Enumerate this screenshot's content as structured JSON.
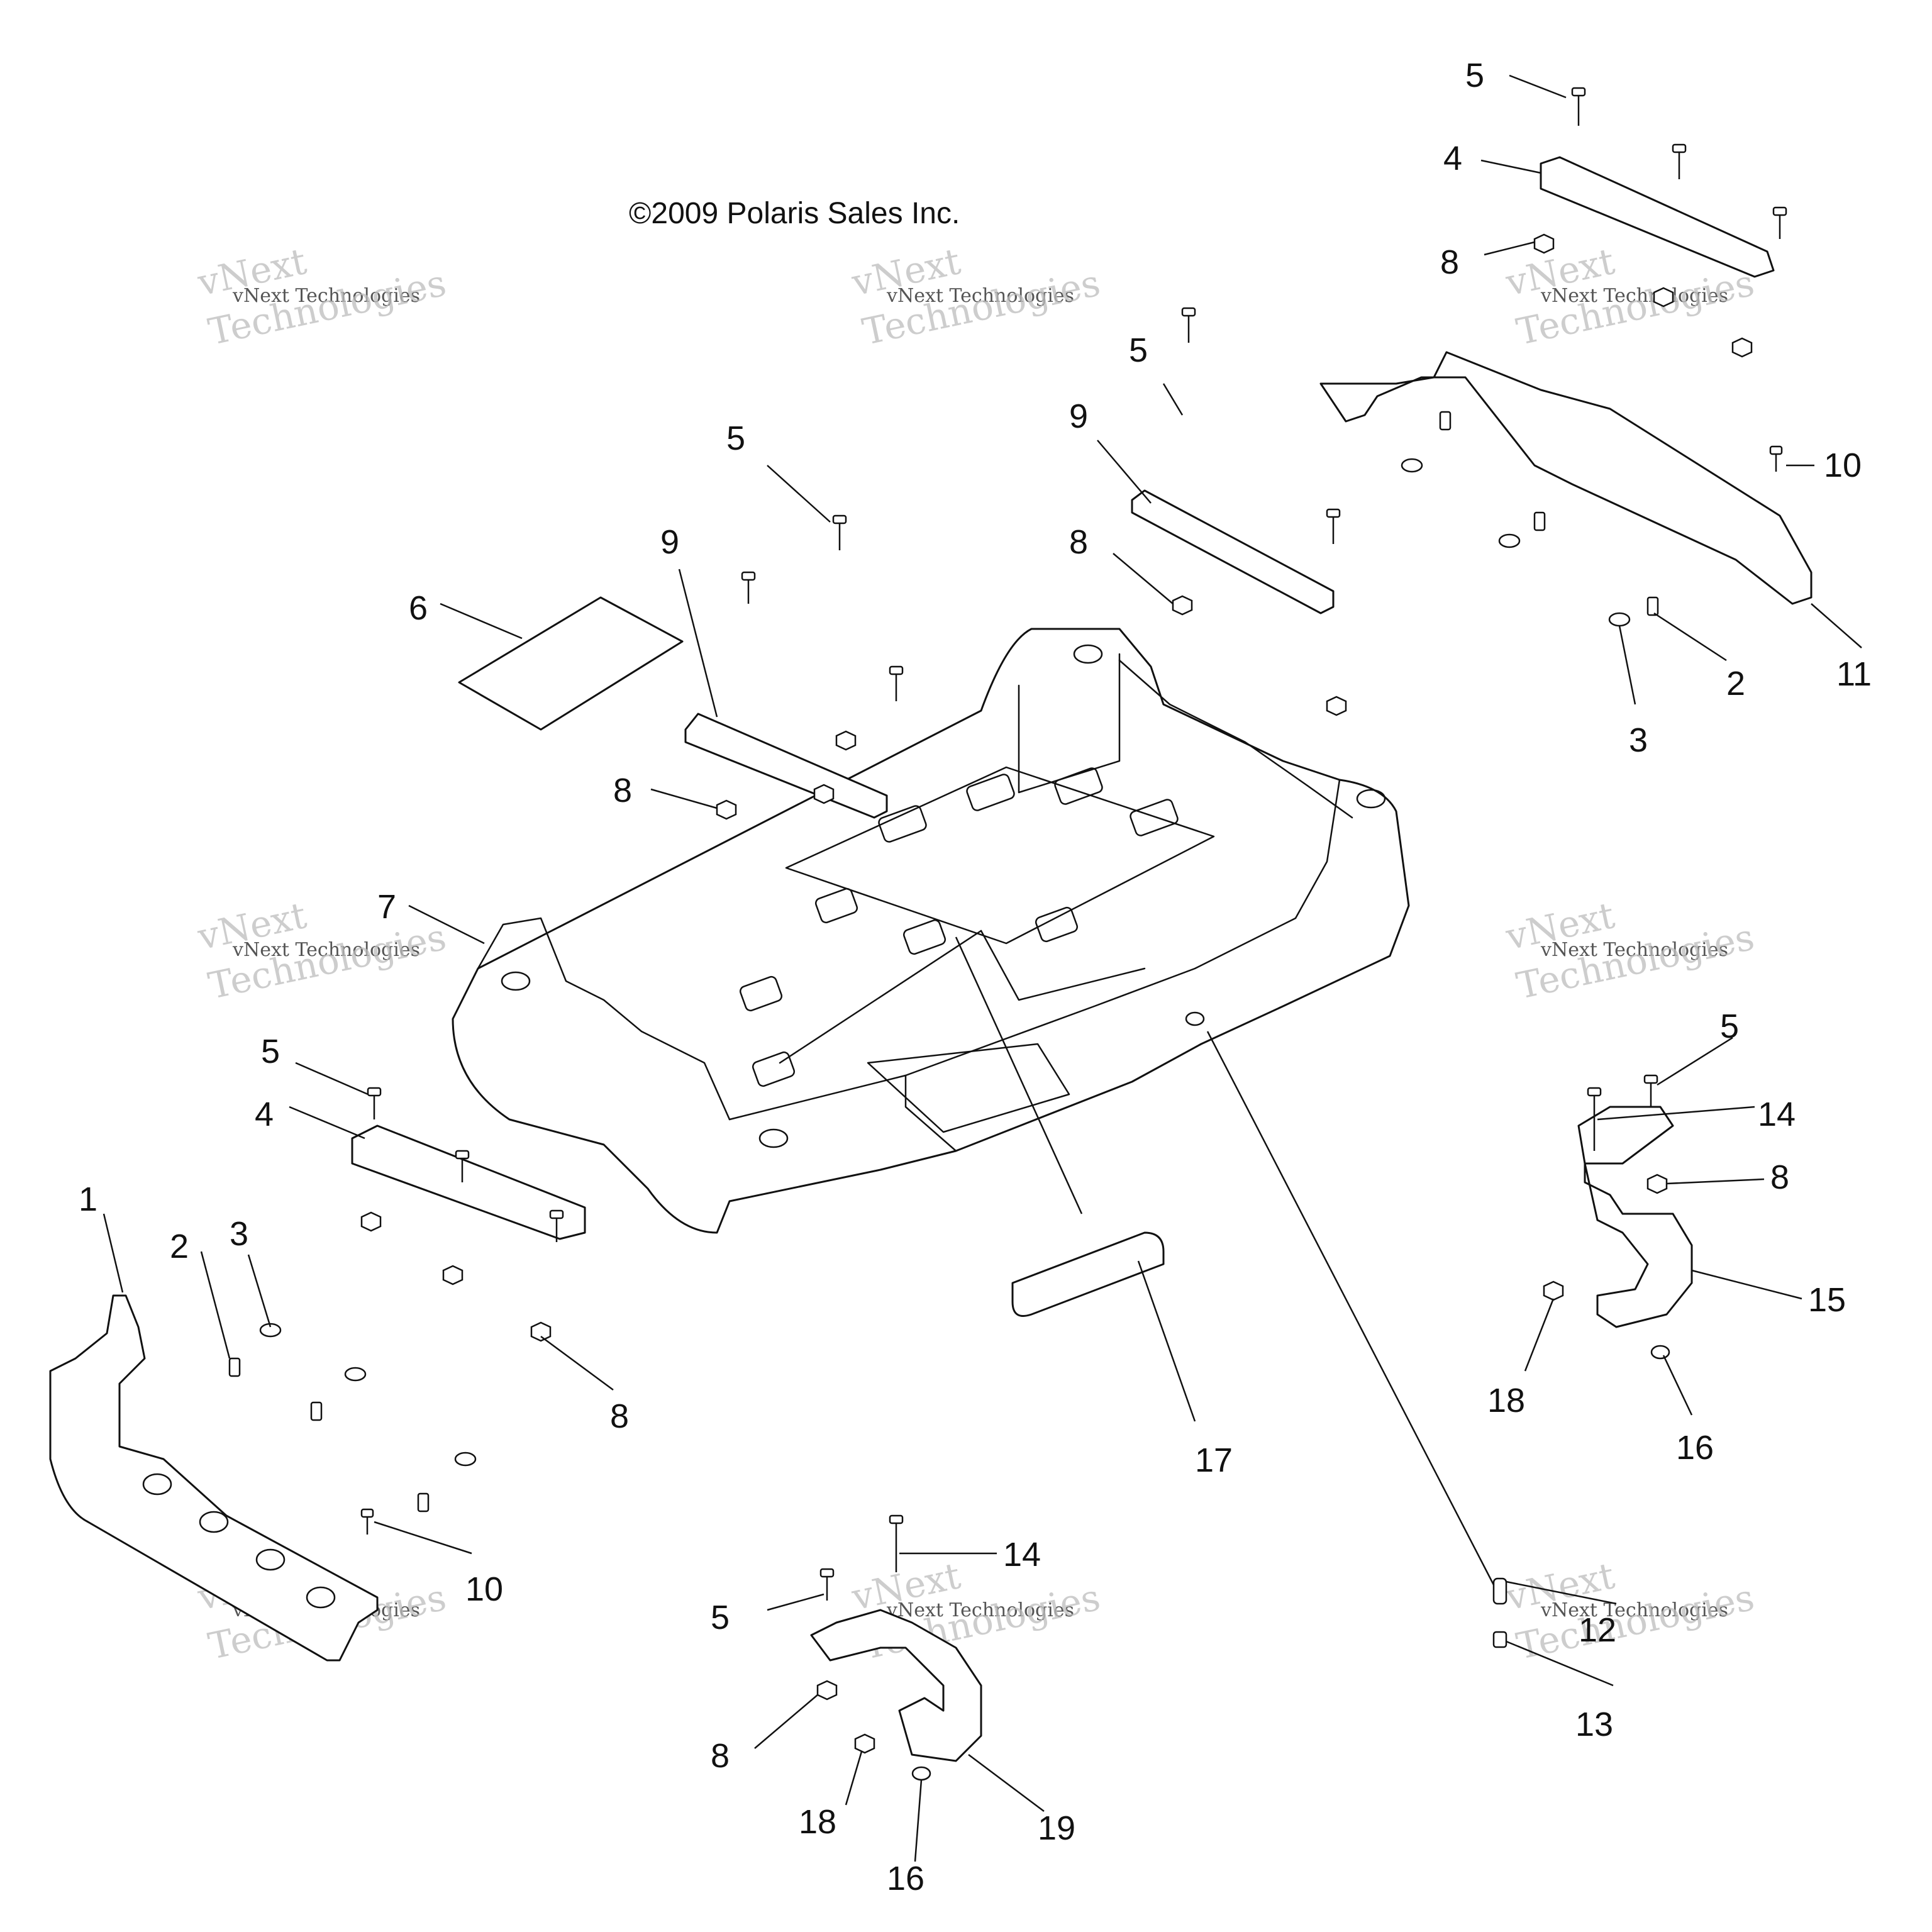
{
  "copyright": "©2009 Polaris Sales Inc.",
  "watermark": {
    "line_small": "vNext Technologies",
    "line_big_1": "vNext",
    "line_big_2": "Technologies"
  },
  "callouts": [
    "1",
    "2",
    "3",
    "4",
    "5",
    "6",
    "7",
    "8",
    "9",
    "10",
    "11",
    "12",
    "13",
    "14",
    "15",
    "16",
    "17",
    "18",
    "19"
  ]
}
